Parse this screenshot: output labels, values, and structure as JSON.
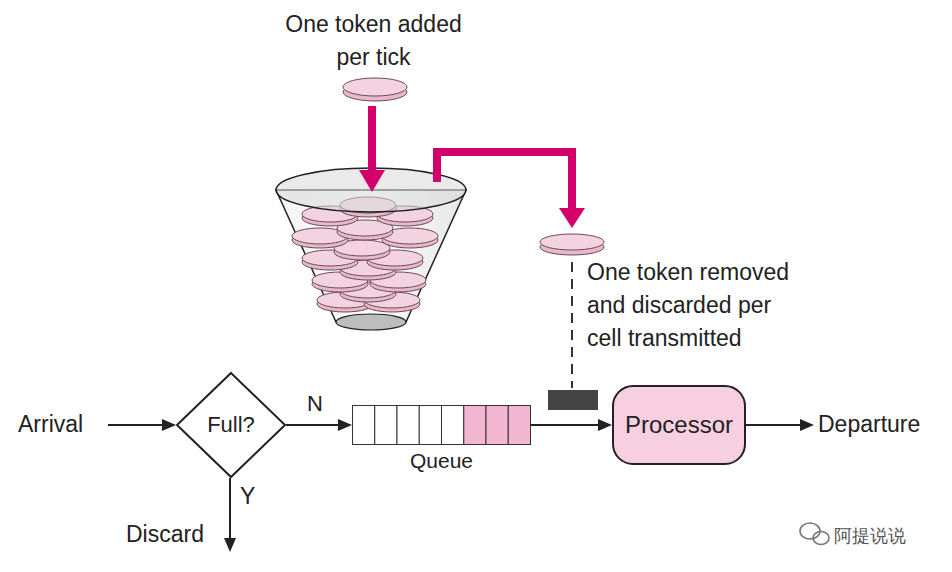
{
  "diagram": {
    "nodes": [
      {
        "text": [
          "Full?"
        ]
      },
      {
        "text": [
          "Queue"
        ]
      },
      {
        "text": [
          "Processor"
        ]
      }
    ],
    "edges": [
      {
        "from": 0,
        "to": 1,
        "label": "N",
        "arrow": "to"
      },
      {
        "from": 1,
        "to": 2,
        "arrow": "to"
      }
    ],
    "labels": [
      "One token added per tick",
      "One token removed and discarded per cell transmitted",
      "Arrival",
      "Y",
      "Discard",
      "Departure",
      "阿提说说"
    ]
  }
}
